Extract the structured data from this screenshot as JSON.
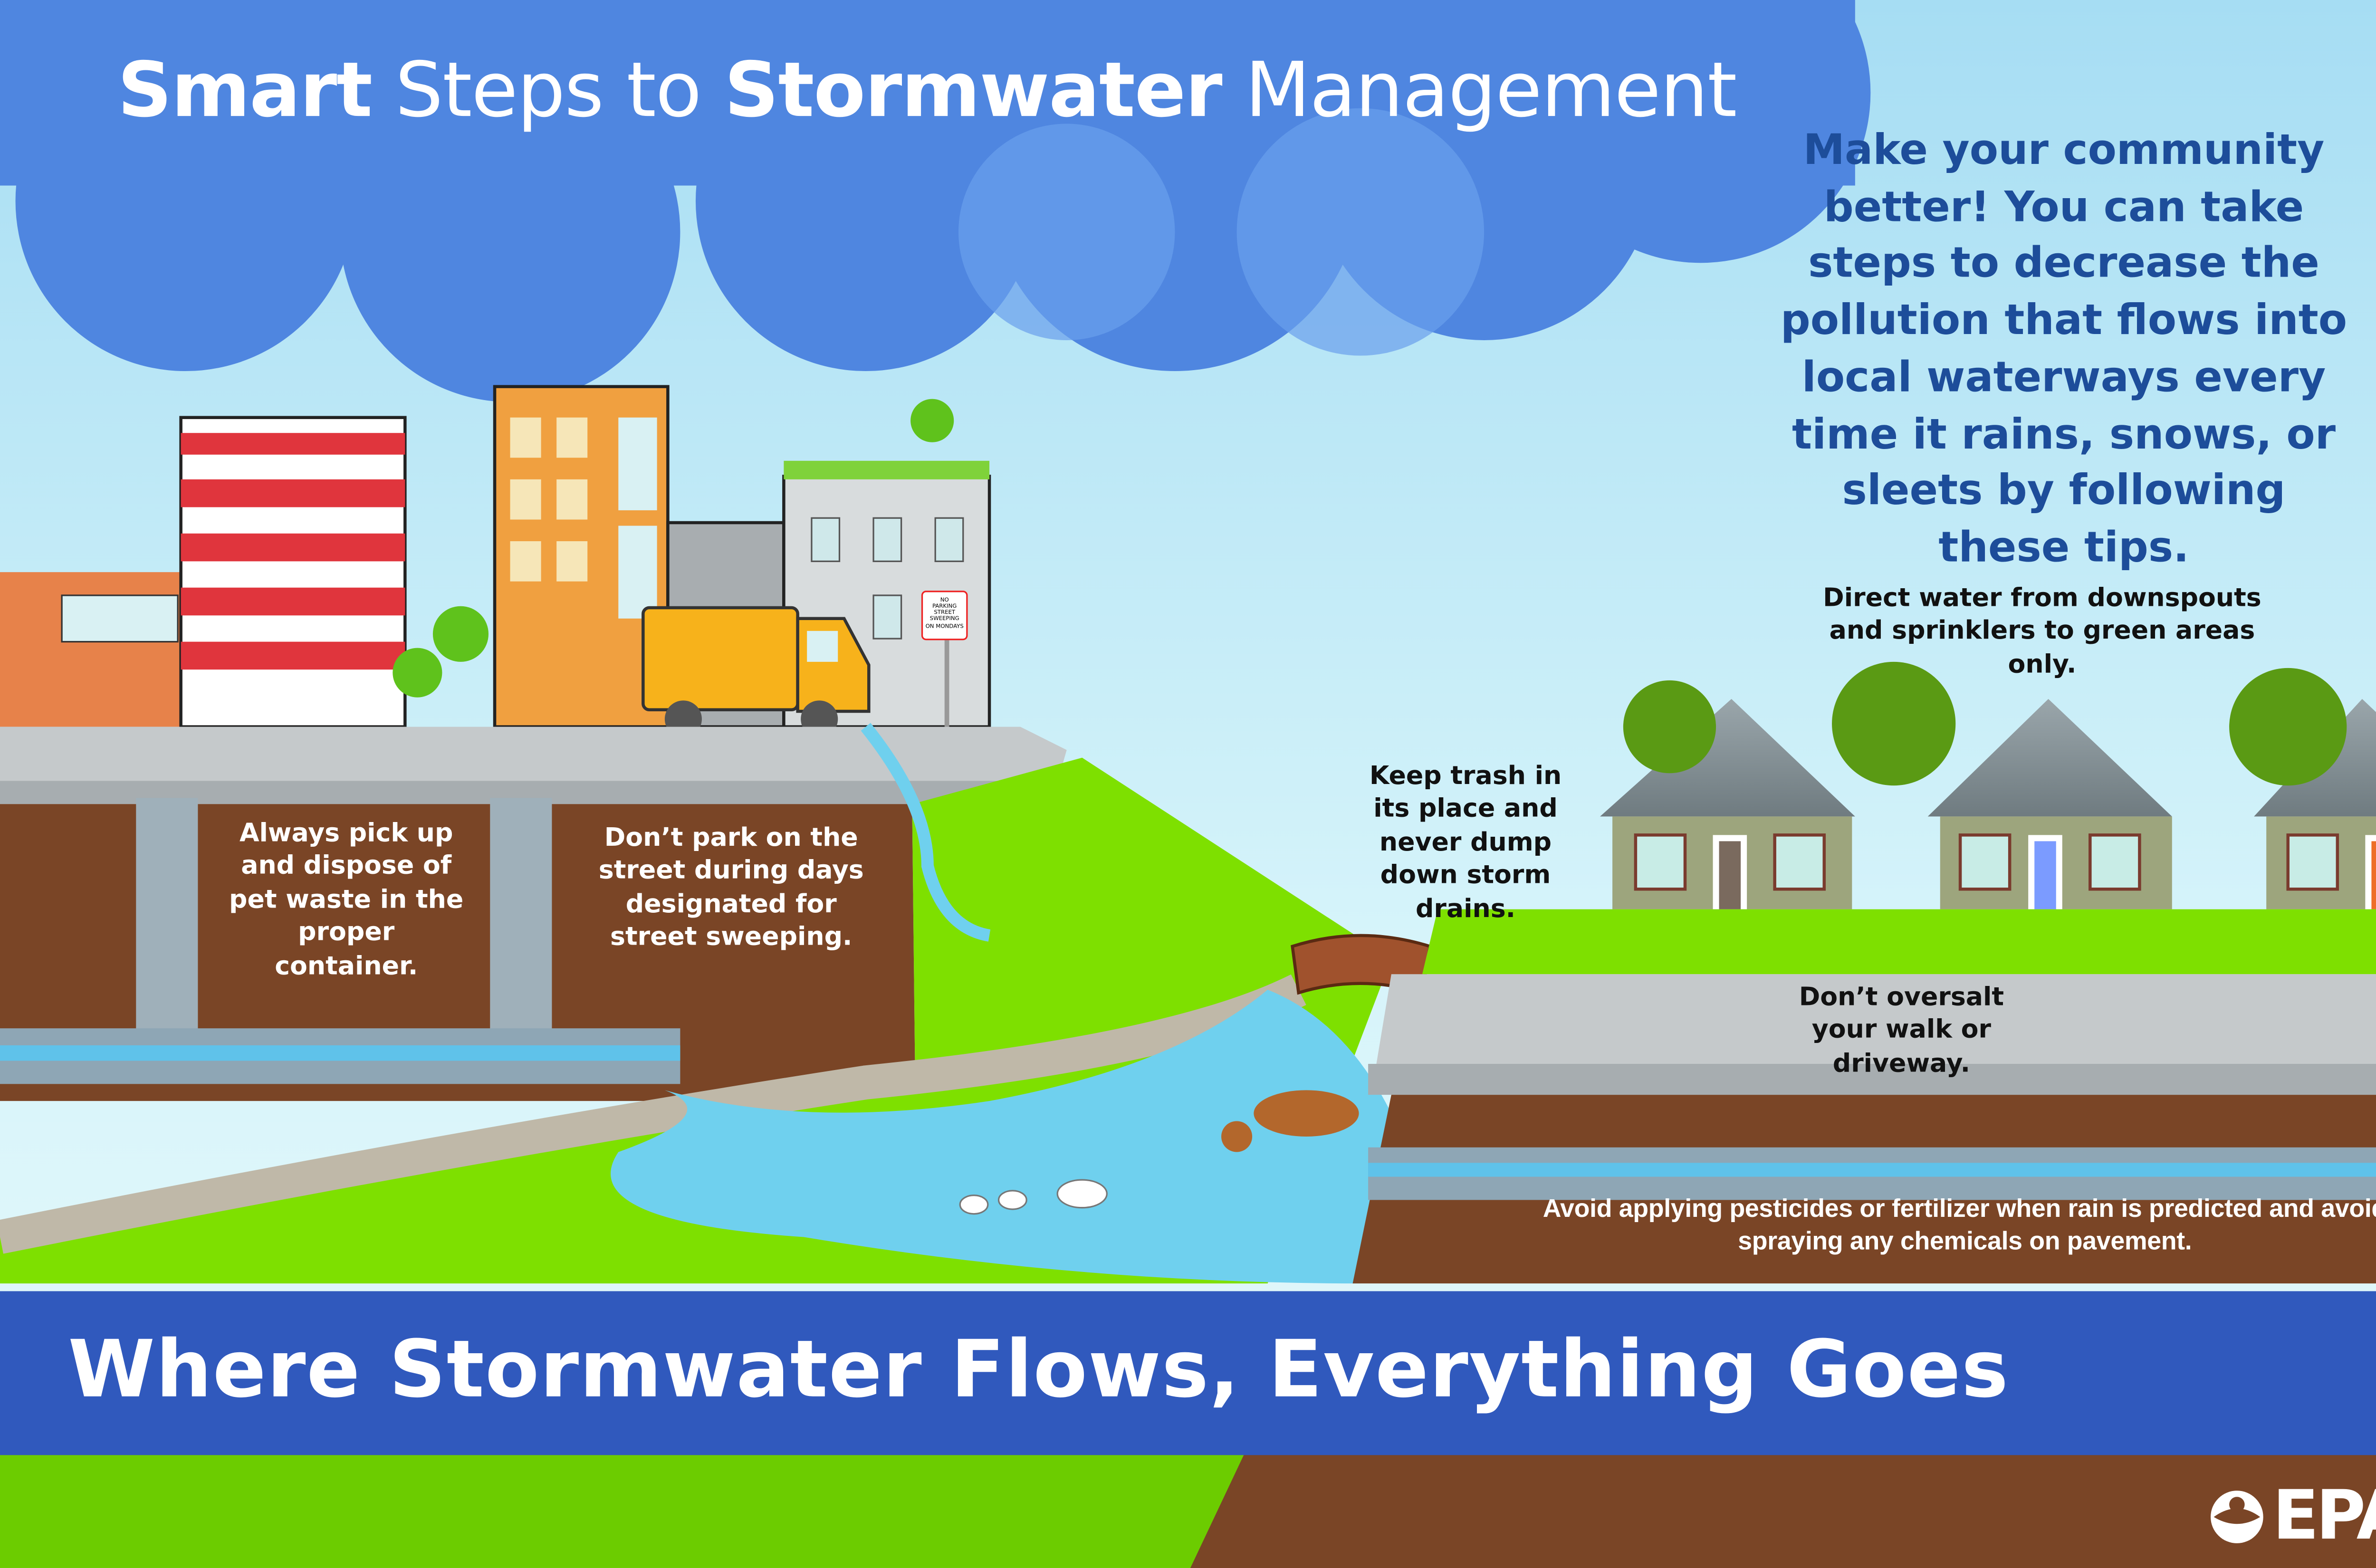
{
  "header": {
    "title_bold_1": "Smart",
    "title_regular_1": " Steps to ",
    "title_bold_2": "Stormwater",
    "title_regular_2": " Management"
  },
  "intro_text": "Make your community better! You can take steps to decrease the pollution that flows into local waterways every time it rains, snows, or sleets by following these tips.",
  "tips": {
    "pet_waste": "Always pick up and dispose of pet waste in the proper container.",
    "street_sweeping": "Don’t park on the street during days designated for street sweeping.",
    "trash": "Keep trash in its place and never dump down storm drains.",
    "downspouts": "Direct water from downspouts and sprinklers to green areas only.",
    "oversalt": "Don’t oversalt your walk or driveway.",
    "pesticides": "Avoid applying pesticides or fertilizer when rain is predicted and avoid spraying any chemicals on pavement."
  },
  "sign": {
    "lines": [
      "NO",
      "PARKING",
      "STREET",
      "SWEEPING",
      "ON MONDAYS"
    ]
  },
  "banner": "Where Stormwater Flows, Everything Goes",
  "logo": "EPA",
  "colors": {
    "cloud": "#4f86e0",
    "banner": "#3059bd",
    "intro": "#1d4d9a",
    "soil": "#7a4526",
    "grass": "#7ee000",
    "water": "#6fd0ee"
  }
}
